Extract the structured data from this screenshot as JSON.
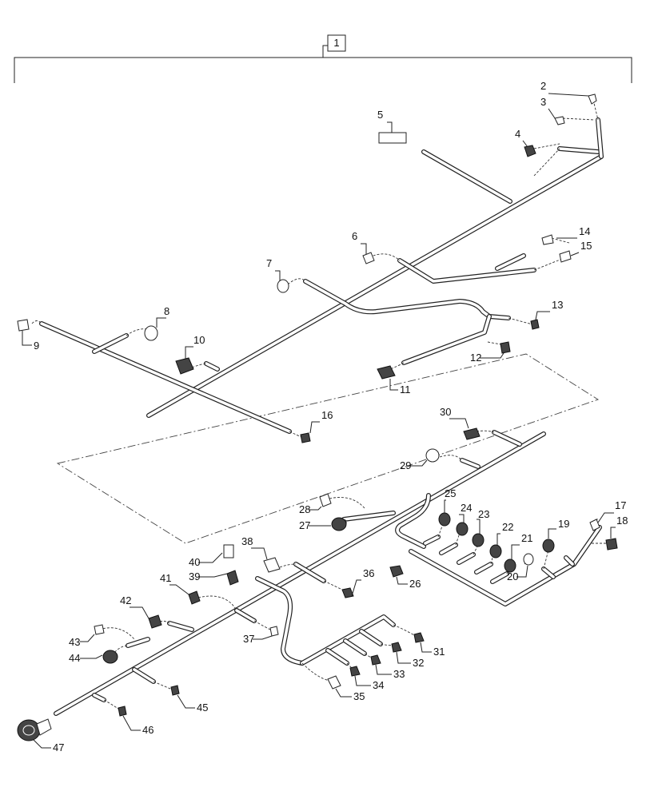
{
  "assembly_callout": "1",
  "callouts": [
    "2",
    "3",
    "4",
    "5",
    "6",
    "7",
    "8",
    "9",
    "10",
    "11",
    "12",
    "13",
    "14",
    "15",
    "16",
    "17",
    "18",
    "19",
    "20",
    "21",
    "22",
    "23",
    "24",
    "25",
    "26",
    "27",
    "28",
    "29",
    "30",
    "31",
    "32",
    "33",
    "34",
    "35",
    "36",
    "37",
    "38",
    "39",
    "40",
    "41",
    "42",
    "43",
    "44",
    "45",
    "46",
    "47"
  ]
}
